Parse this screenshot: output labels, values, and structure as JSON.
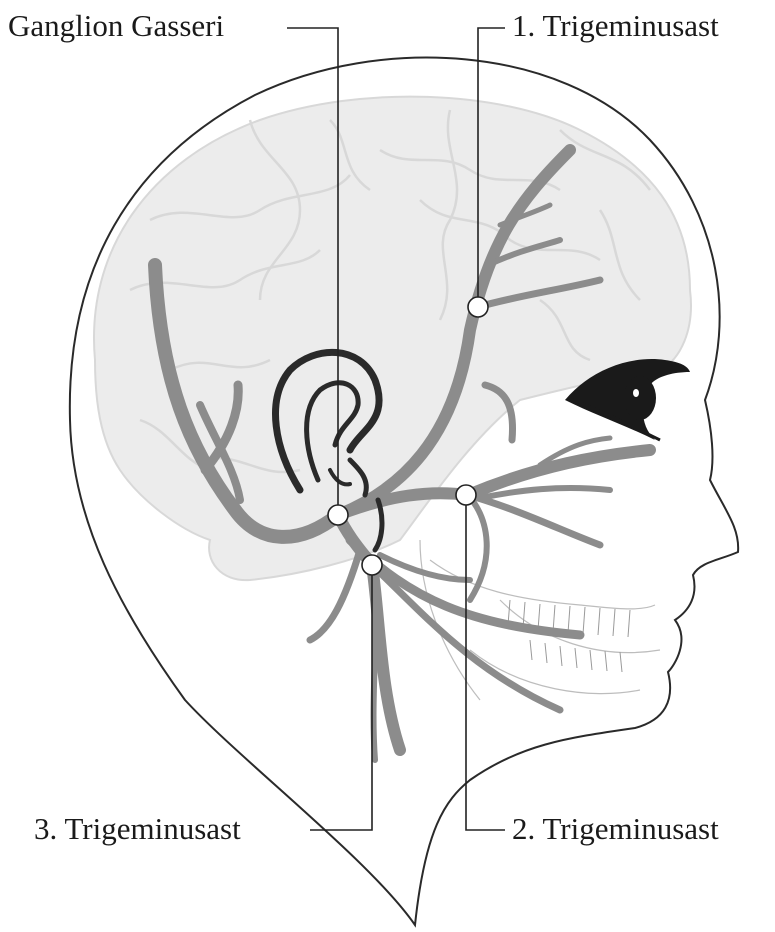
{
  "labels": {
    "ganglion": "Ganglion Gasseri",
    "branch_1": "1. Trigeminusast",
    "branch_2": "2. Trigeminusast",
    "branch_3": "3. Trigeminusast"
  },
  "colors": {
    "text": "#1a1a1a",
    "outline": "#2a2a2a",
    "nerve": "#8c8c8c",
    "brain_fill": "#ececec",
    "brain_line": "#d8d8d8",
    "ear": "#2a2a2a",
    "eye": "#1a1a1a",
    "leader_line": "#222222",
    "node_fill": "#ffffff"
  }
}
